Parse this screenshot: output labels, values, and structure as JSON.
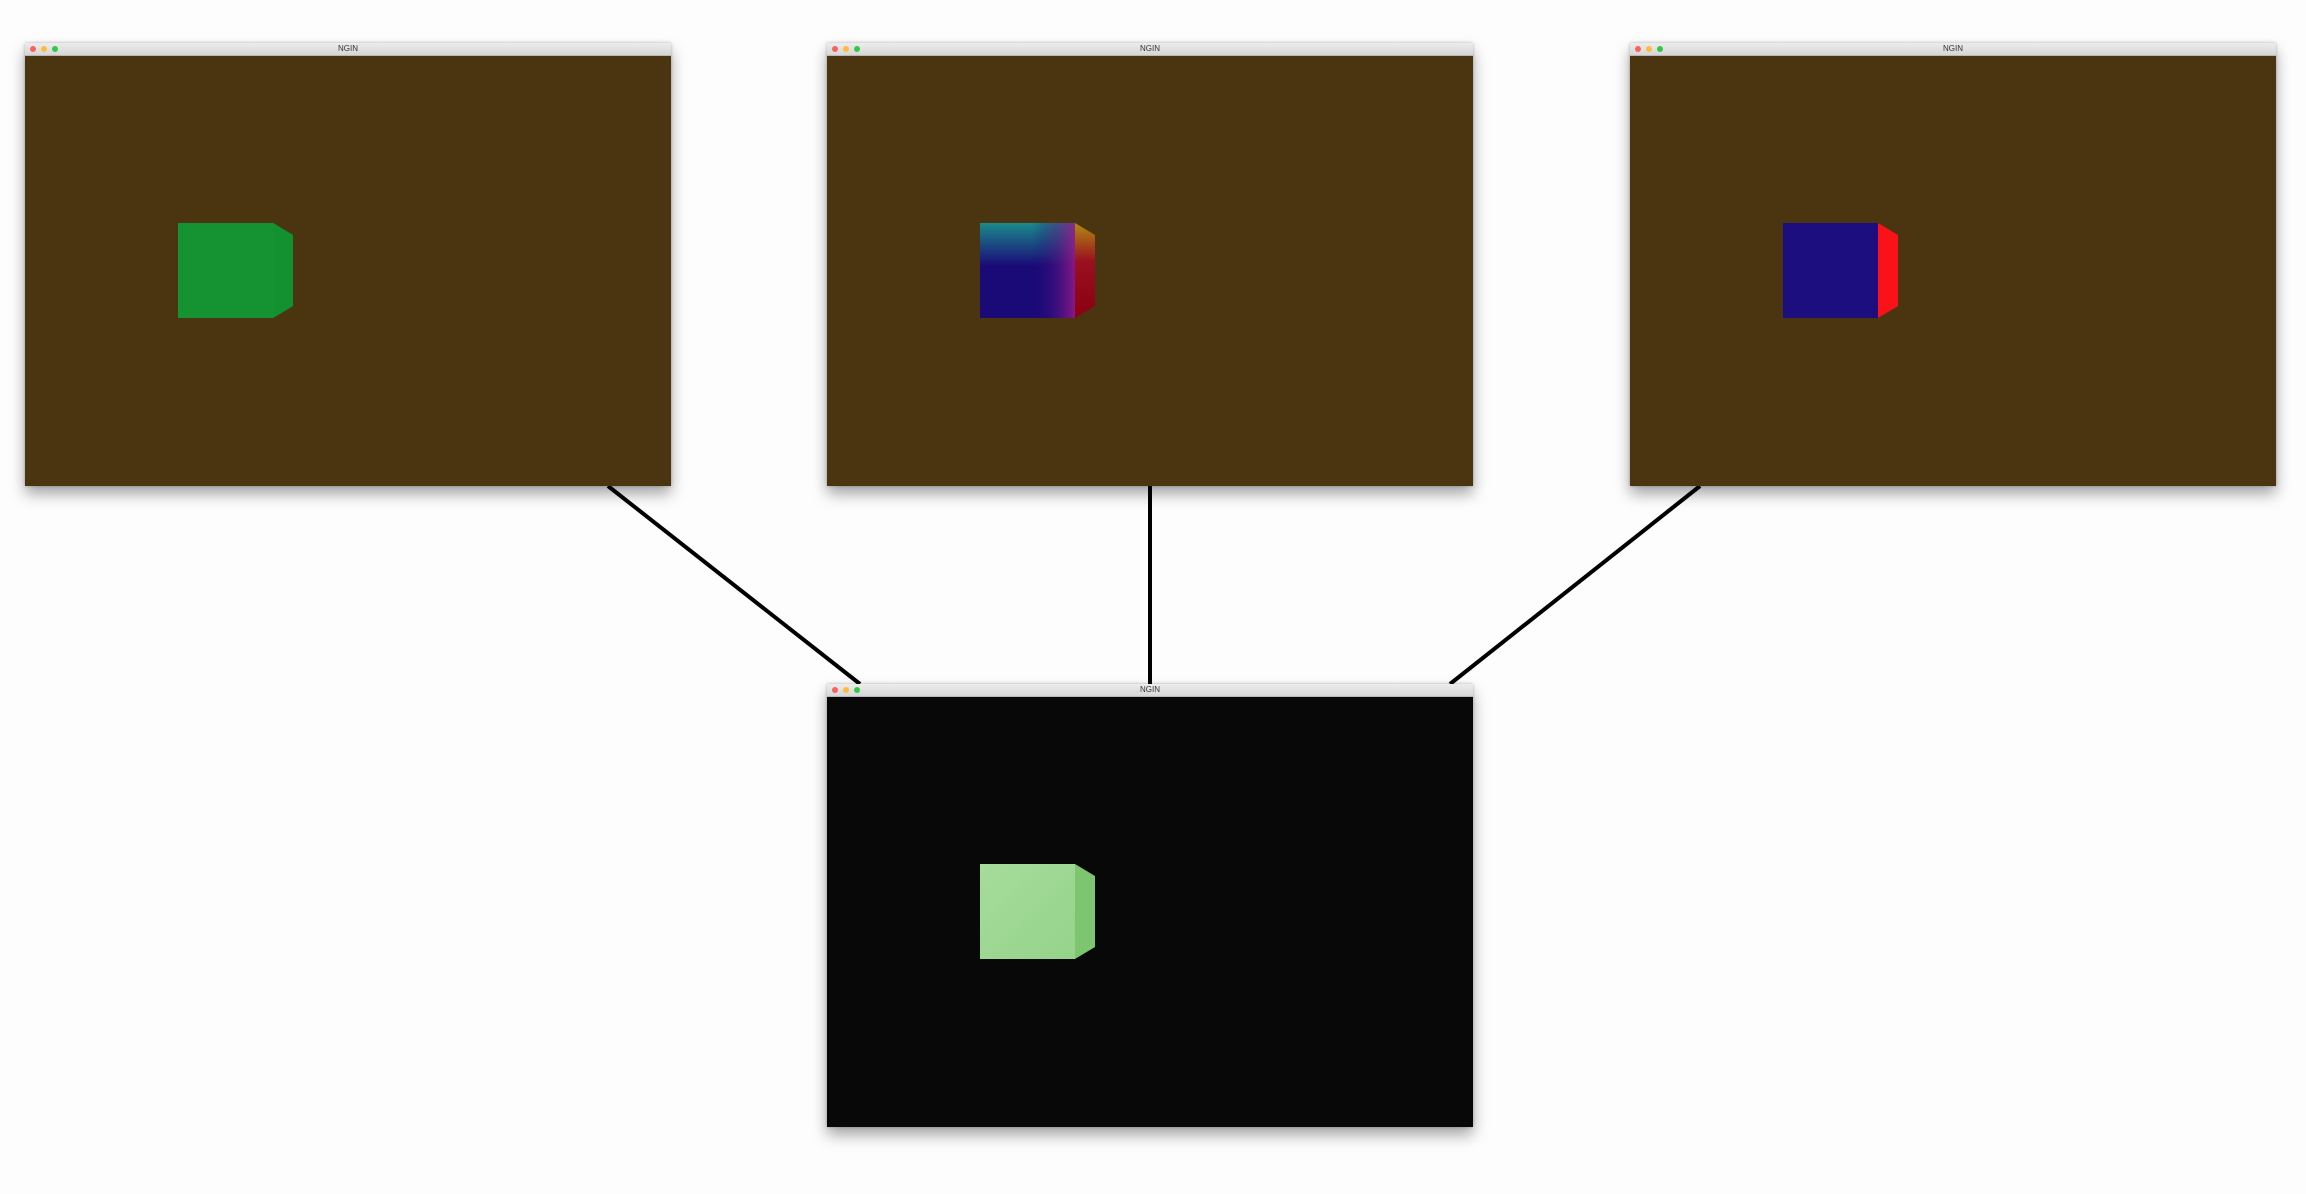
{
  "windows": [
    {
      "id": "window-top-left",
      "title": "NGIN",
      "background": "#4b3410",
      "cube": {
        "style": "solid-green",
        "front_color": "#159333",
        "side_color": "#159333"
      }
    },
    {
      "id": "window-top-center",
      "title": "NGIN",
      "background": "#4b3410",
      "cube": {
        "style": "color-gradient",
        "front_color": "#1a0a78",
        "top_color": "#1a8a8a",
        "side_color": "#8a0010"
      }
    },
    {
      "id": "window-top-right",
      "title": "NGIN",
      "background": "#4b3410",
      "cube": {
        "style": "blue-with-red-side",
        "front_color": "#1d0e7f",
        "side_color": "#fb1218"
      }
    },
    {
      "id": "window-bottom-center",
      "title": "NGIN",
      "background": "#080808",
      "cube": {
        "style": "light-green-lit",
        "front_color": "#9cd790",
        "side_color": "#7dc56f"
      }
    }
  ],
  "connector_color": "#000000"
}
